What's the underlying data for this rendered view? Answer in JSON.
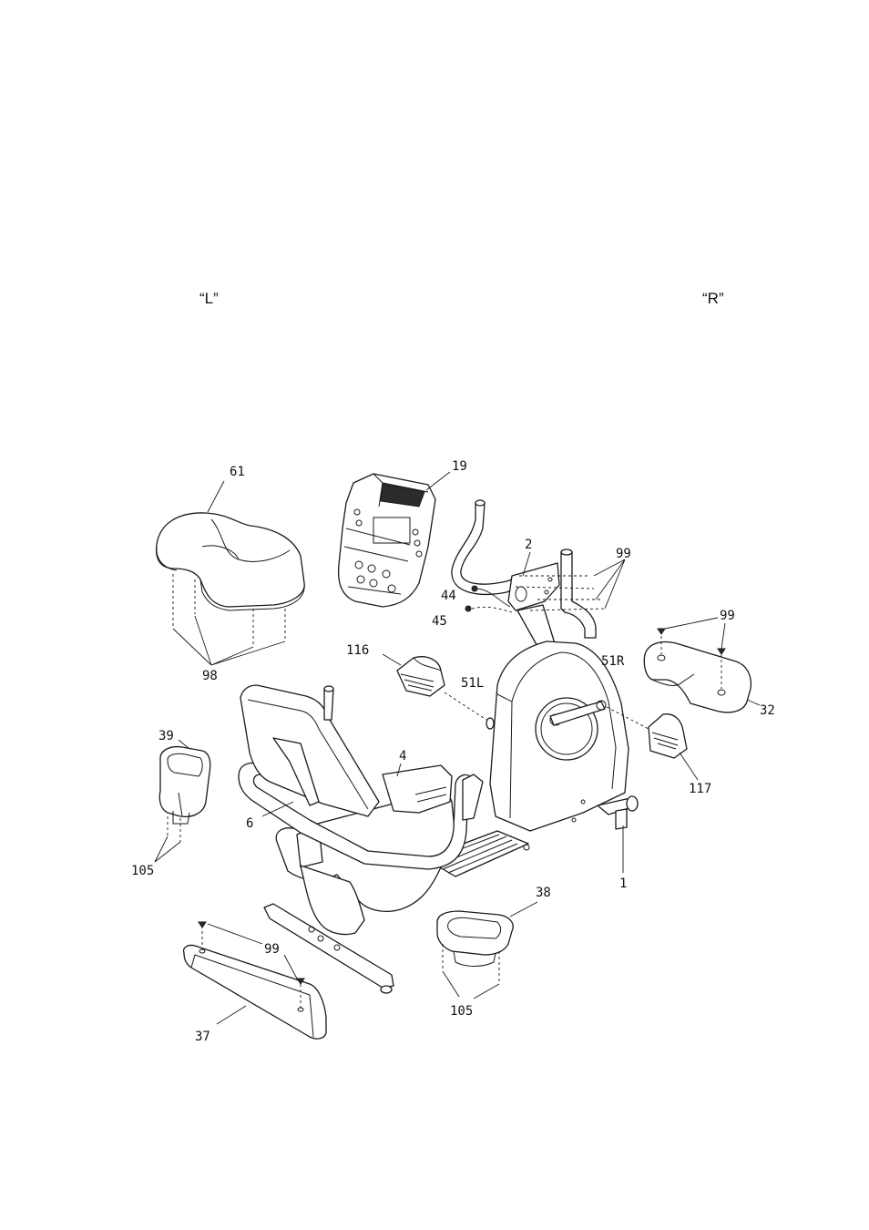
{
  "side_labels": {
    "left": "“L”",
    "right": "“R”"
  },
  "callouts": {
    "c61": "61",
    "c19": "19",
    "c2": "2",
    "c99a": "99",
    "c44": "44",
    "c45": "45",
    "c98": "98",
    "c116": "116",
    "c51L": "51L",
    "c51R": "51R",
    "c99b": "99",
    "c32": "32",
    "c39": "39",
    "c4": "4",
    "c6": "6",
    "c117": "117",
    "c105a": "105",
    "c1": "1",
    "c38": "38",
    "c99c": "99",
    "c37": "37",
    "c105b": "105"
  }
}
